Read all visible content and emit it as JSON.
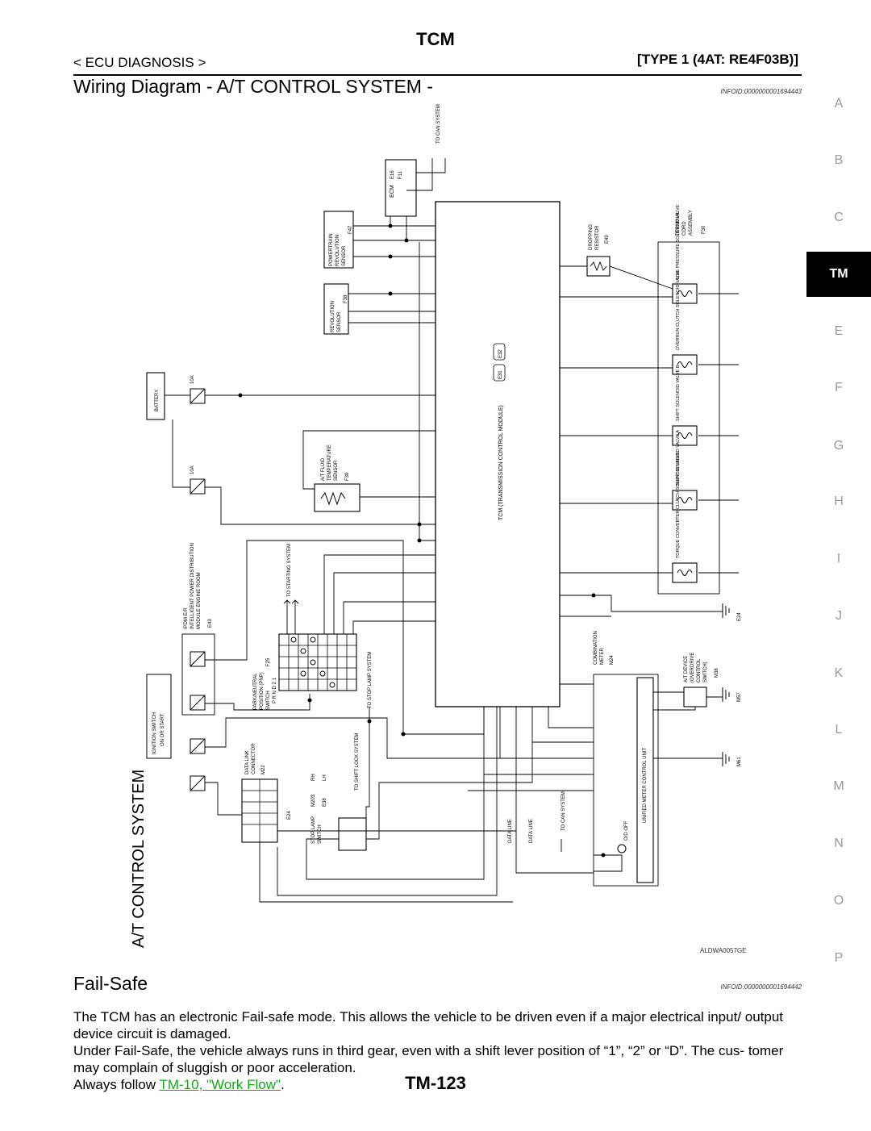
{
  "header": {
    "title": "TCM",
    "section_left": "< ECU DIAGNOSIS >",
    "section_right": "[TYPE 1 (4AT: RE4F03B)]"
  },
  "diagram": {
    "title": "Wiring Diagram - A/T CONTROL SYSTEM -",
    "infoid": "INFOID:0000000001694443",
    "system_label": "A/T CONTROL SYSTEM",
    "code": "ALDWA0057GE",
    "labels": {
      "tcm": "TCM (TRANSMISSION CONTROL MODULE)",
      "tcm_conn_a": "E31",
      "tcm_conn_b": "E32",
      "ecm": "ECM",
      "ecm_conn_a": "E16",
      "ecm_conn_b": "F11",
      "to_can_top": "TO CAN SYSTEM",
      "prs_1": "POWERTRAIN",
      "prs_2": "REVOLUTION",
      "prs_3": "SENSOR",
      "prs_conn": "F47",
      "rs_1": "REVOLUTION",
      "rs_2": "SENSOR",
      "rs_conn": "F38",
      "battery": "BATTERY",
      "fluid_1": "A/T FLUID",
      "fluid_2": "TEMPERATURE",
      "fluid_3": "SENSOR",
      "fluid_conn": "F30",
      "ipdm_1": "IPDM E/R",
      "ipdm_2": "INTELLIGENT POWER DISTRIBUTION",
      "ipdm_3": "MODULE ENGINE ROOM",
      "ipdm_conn": "E43",
      "to_starting": "TO STARTING SYSTEM",
      "pnp_1": "PARK/NEUTRAL",
      "pnp_2": "POSITION (PNP)",
      "pnp_3": "SWITCH",
      "pnp_conn": "F25",
      "pnp_positions": "P R N D 2 1",
      "to_stop_lamp": "TO STOP LAMP SYSTEM",
      "ign_1": "IGNITION SWITCH",
      "ign_2": "ON OR START",
      "dlc_1": "DATA LINK",
      "dlc_2": "CONNECTOR",
      "dlc_conn": "M22",
      "stop_lamp_1": "STOP LAMP",
      "stop_lamp_2": "SWITCH",
      "stop_conn_a": "M203",
      "stop_conn_b": "E38",
      "rh": "RH",
      "lh": "LH",
      "to_shift_lock": "TO SHIFT LOCK SYSTEM",
      "data_line": "DATA LINE",
      "to_can_bottom": "TO CAN SYSTEM",
      "combo_1": "COMBINATION",
      "combo_2": "METER",
      "combo_conn": "M24",
      "umcu": "UNIFIED METER CONTROL UNIT",
      "od_off": "O/D OFF",
      "dropping_1": "DROPPING",
      "dropping_2": "RESISTOR",
      "dropping_conn": "E49",
      "terminal_1": "TERMINAL",
      "terminal_2": "CORD",
      "terminal_3": "ASSEMBLY",
      "terminal_conn": "F30",
      "line_pressure": "LINE PRESSURE SOLENOID VALVE",
      "overrun": "OVERRUN CLUTCH SOLENOID VALVE",
      "shift_b": "SHIFT SOLENOID VALVE B",
      "shift_a": "SHIFT SOLENOID VALVE A",
      "torque_conv": "TORQUE CONVERTER CLUTCH SOLENOID VALVE",
      "at_device_1": "A/T DEVICE",
      "at_device_2": "(OVERDRIVE",
      "at_device_3": "CONTROL",
      "at_device_4": "SWITCH)",
      "at_device_conn": "M38",
      "ground_e24": "E24",
      "ground_m57": "M57",
      "ground_m61": "M61",
      "fuse_10a": "10A"
    }
  },
  "side_index": {
    "letters": [
      "A",
      "B",
      "C",
      "TM",
      "E",
      "F",
      "G",
      "H",
      "I",
      "J",
      "K",
      "L",
      "M",
      "N",
      "O",
      "P"
    ],
    "active": "TM"
  },
  "failsafe": {
    "title": "Fail-Safe",
    "infoid": "INFOID:0000000001694442",
    "para1": "The TCM has an electronic Fail-safe mode. This allows the vehicle to be driven even if a major electrical input/ output device circuit is damaged.",
    "para2": "Under Fail-Safe, the vehicle always runs in third gear, even with a shift lever position of “1”, “2” or “D”. The cus- tomer may complain of sluggish or poor acceleration.",
    "para3_prefix": "Always follow ",
    "para3_link": "TM-10, \"Work Flow\"",
    "para3_suffix": "."
  },
  "footer": {
    "page_number": "TM-123"
  }
}
